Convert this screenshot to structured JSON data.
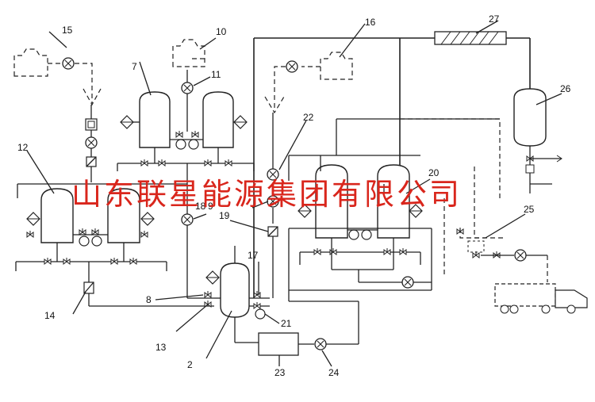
{
  "figure": {
    "watermark": "山东联星能源集团有限公司",
    "labels": {
      "n2": "2",
      "n7": "7",
      "n8": "8",
      "n9": "9",
      "n10": "10",
      "n11": "11",
      "n12": "12",
      "n13": "13",
      "n14": "14",
      "n15": "15",
      "n16": "16",
      "n17": "17",
      "n18": "18",
      "n19": "19",
      "n20": "20",
      "n21": "21",
      "n22": "22",
      "n23": "23",
      "n24": "24",
      "n25": "25",
      "n26": "26",
      "n27": "27"
    }
  }
}
